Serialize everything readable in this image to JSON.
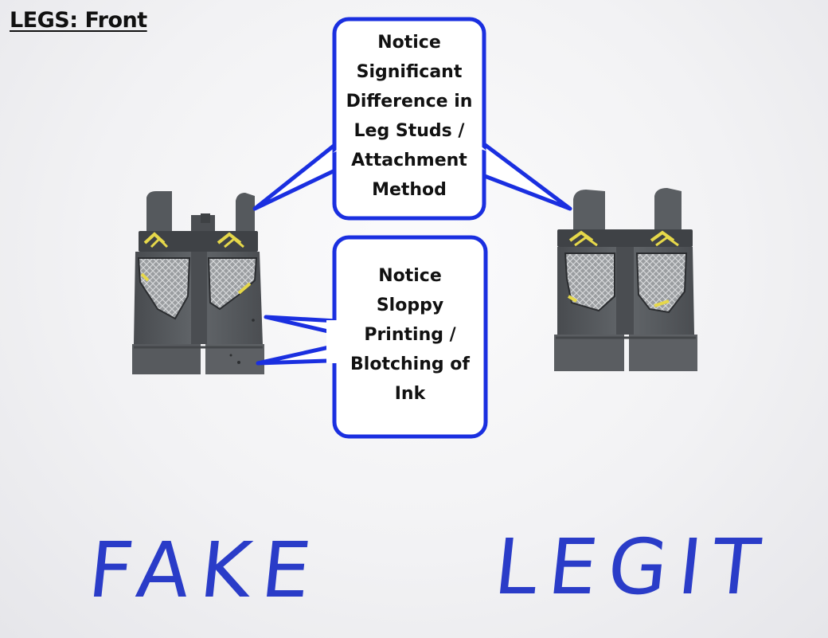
{
  "page_title": "LEGS: Front",
  "callouts": {
    "studs": {
      "lines": [
        "Notice",
        "Significant",
        "Difference in",
        "Leg Studs /",
        "Attachment",
        "Method"
      ]
    },
    "printing": {
      "lines": [
        "Notice",
        "Sloppy",
        "Printing /",
        "Blotching of",
        "Ink"
      ]
    }
  },
  "labels": {
    "fake": "FAKE",
    "legit": "LEGIT"
  },
  "colors": {
    "callout_border": "#1a2fe0",
    "handwriting": "#2a3cc8",
    "plastic": "#5b5f63",
    "print_yellow": "#e6d84a"
  }
}
